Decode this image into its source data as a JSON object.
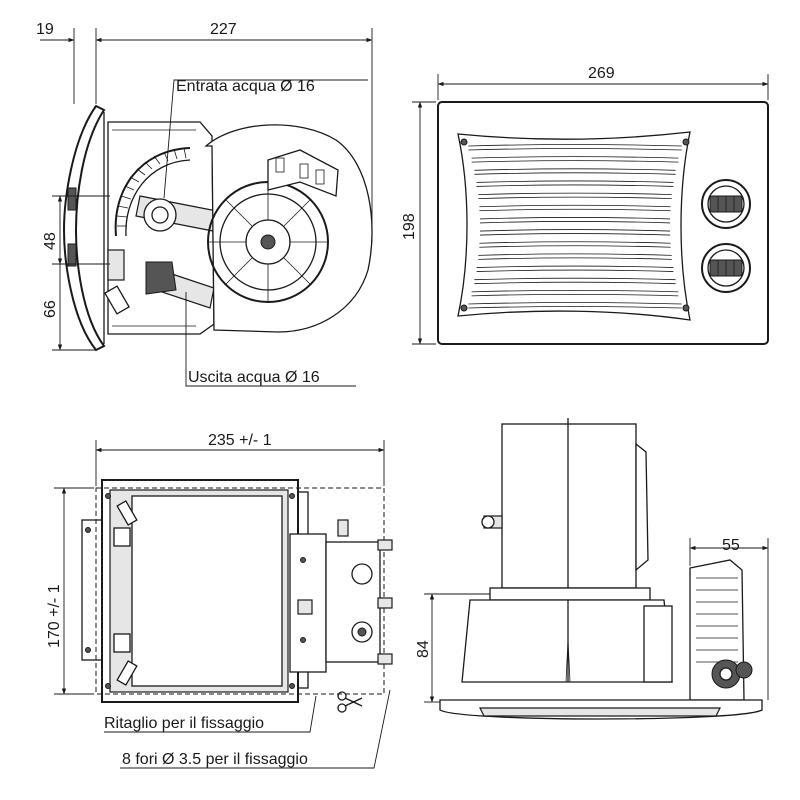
{
  "dimensions": {
    "side_depth_small": "19",
    "side_depth_total": "227",
    "front_width": "269",
    "front_height": "198",
    "side_offset_a": "48",
    "side_offset_b": "66",
    "bottom_width": "235 +/- 1",
    "bottom_height": "170 +/- 1",
    "rear_width": "55",
    "rear_height": "84"
  },
  "labels": {
    "water_inlet": "Entrata acqua Ø 16",
    "water_outlet": "Uscita acqua Ø 16",
    "cutout": "Ritaglio per il fissaggio",
    "holes": "8 fori Ø 3.5 per il fissaggio"
  }
}
